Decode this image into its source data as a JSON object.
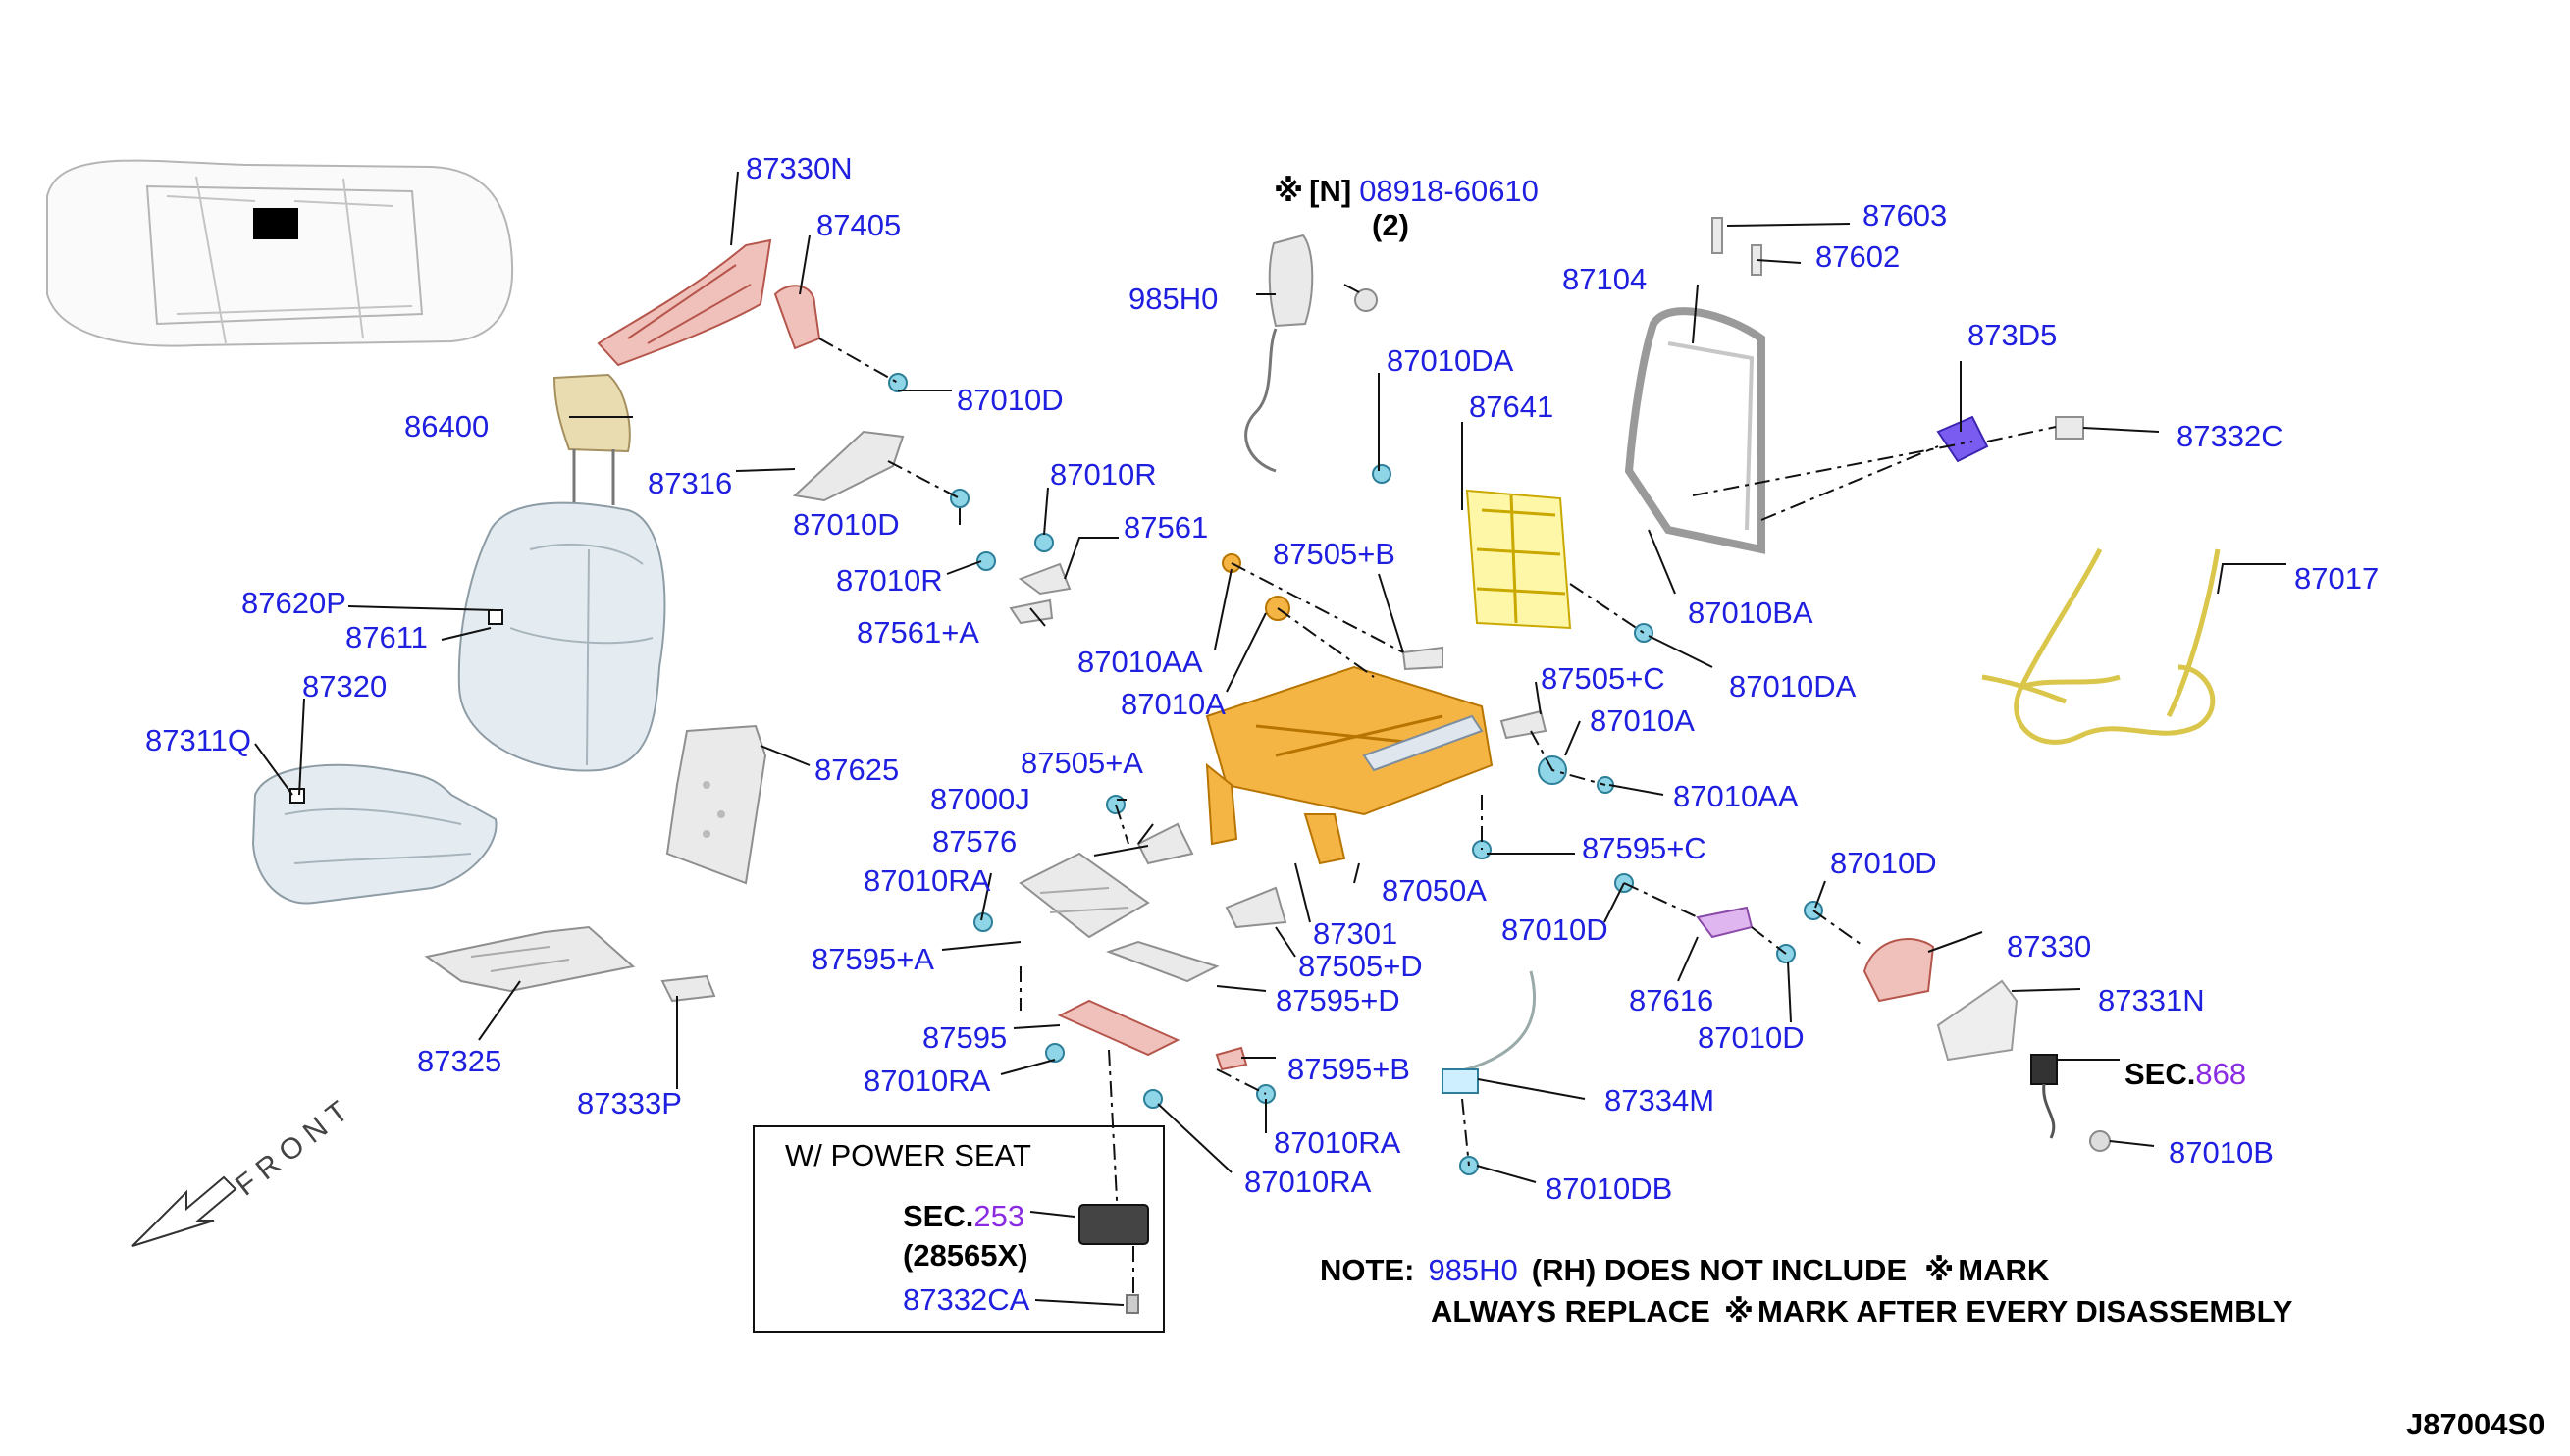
{
  "diagram_code": "J87004S0",
  "front_label": "FRONT",
  "power_seat_box": {
    "title": "W/ POWER SEAT",
    "sec_prefix": "SEC.",
    "sec_number": "253",
    "part_ref": "(28565X)",
    "connector_label": "87332CA"
  },
  "replace_marker": {
    "mark": "※",
    "tag": "[N]",
    "part": "08918-60610",
    "qty": "(2)"
  },
  "sec_868": {
    "prefix": "SEC.",
    "number": "868"
  },
  "note": {
    "heading": "NOTE:",
    "part": "985H0",
    "line1_rest": "(RH) DOES NOT INCLUDE",
    "mark": "※",
    "mark_word": "MARK",
    "line2_start": "ALWAYS REPLACE",
    "line2_end": "MARK AFTER EVERY DISASSEMBLY"
  },
  "part_labels": {
    "p87330N": "87330N",
    "p87405": "87405",
    "p87010D_a": "87010D",
    "p86400": "86400",
    "p87316": "87316",
    "p87010D_b": "87010D",
    "p87010R_a": "87010R",
    "p87561": "87561",
    "p87010R_b": "87010R",
    "p87561A": "87561+A",
    "p87620P": "87620P",
    "p87611": "87611",
    "p87320": "87320",
    "p87311Q": "87311Q",
    "p87625": "87625",
    "p87325": "87325",
    "p87333P": "87333P",
    "p985H0": "985H0",
    "p87010DA_a": "87010DA",
    "p87641": "87641",
    "p87505B": "87505+B",
    "p87010AA_a": "87010AA",
    "p87010A_a": "87010A",
    "p87603": "87603",
    "p87602": "87602",
    "p87104": "87104",
    "p873D5": "873D5",
    "p87332C": "87332C",
    "p87010BA": "87010BA",
    "p87010DA_b": "87010DA",
    "p87017": "87017",
    "p87505C": "87505+C",
    "p87010A_b": "87010A",
    "p87010AA_b": "87010AA",
    "p87505A": "87505+A",
    "p87000J": "87000J",
    "p87576": "87576",
    "p87010RA_a": "87010RA",
    "p87595A": "87595+A",
    "p87595C": "87595+C",
    "p87050A": "87050A",
    "p87301": "87301",
    "p87505D": "87505+D",
    "p87595D": "87595+D",
    "p87595": "87595",
    "p87010RA_b": "87010RA",
    "p87595B": "87595+B",
    "p87010RA_c": "87010RA",
    "p87010RA_d": "87010RA",
    "p87010D_c": "87010D",
    "p87616": "87616",
    "p87010D_d": "87010D",
    "p87010D_e": "87010D",
    "p87330": "87330",
    "p87331N": "87331N",
    "p87334M": "87334M",
    "p87010DB": "87010DB",
    "p87010B": "87010B"
  },
  "colors": {
    "label_blue": "#1f1fe0",
    "section_purple": "#8a2be2",
    "trim_pink": "#f0c1bb",
    "frame_gold": "#f4b544",
    "pad_yellow": "#fff7a8",
    "cover_blue_gray": "#e4ecf1",
    "bolt_cyan": "#8fd5e8"
  }
}
